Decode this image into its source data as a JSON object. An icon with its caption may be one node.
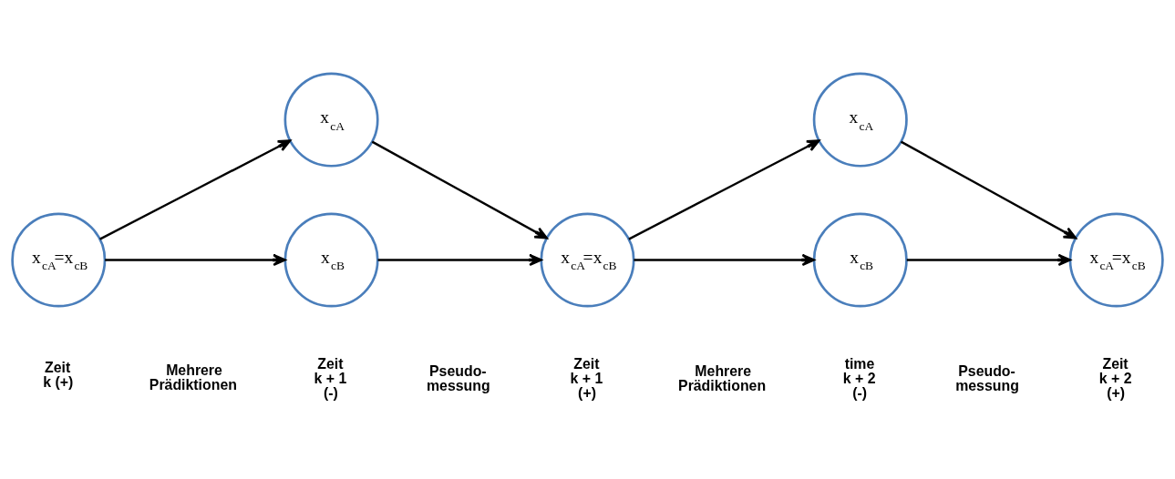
{
  "diagram": {
    "nodes": [
      {
        "text": [
          "x$_{cA}$=x$_{cB}$"
        ]
      },
      {
        "text": [
          "x$_{cA}$"
        ]
      },
      {
        "text": [
          "x$_{cB}$"
        ]
      },
      {
        "text": [
          "x$_{cA}$=x$_{cB}$"
        ]
      },
      {
        "text": [
          "x$_{cA}$"
        ]
      },
      {
        "text": [
          "x$_{cB}$"
        ]
      },
      {
        "text": [
          "x$_{cA}$=x$_{cB}$"
        ]
      }
    ],
    "edges": [
      {
        "from": 0,
        "to": 1,
        "arrow": "to"
      },
      {
        "from": 0,
        "to": 2,
        "arrow": "to"
      },
      {
        "from": 1,
        "to": 3,
        "arrow": "to"
      },
      {
        "from": 2,
        "to": 3,
        "arrow": "to"
      },
      {
        "from": 3,
        "to": 4,
        "arrow": "to"
      },
      {
        "from": 3,
        "to": 5,
        "arrow": "to"
      },
      {
        "from": 4,
        "to": 6,
        "arrow": "to"
      },
      {
        "from": 5,
        "to": 6,
        "arrow": "to"
      }
    ],
    "labels": [
      "Zeit k (+)",
      "Mehrere Prädiktionen",
      "Zeit k + 1 (-)",
      "Pseudo- messung",
      "Zeit k + 1 (+)",
      "Mehrere Prädiktionen",
      "time k + 2 (-)",
      "Pseudo- messung",
      "Zeit k + 2 (+)"
    ]
  }
}
